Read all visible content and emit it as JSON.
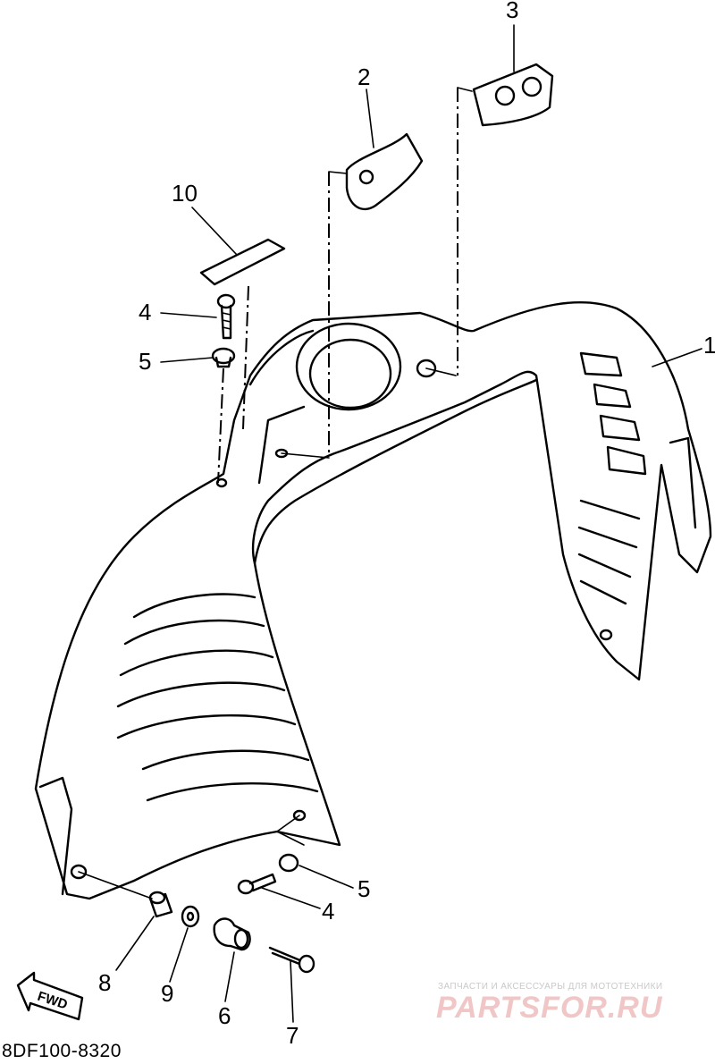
{
  "diagram": {
    "part_number": "8DF100-8320",
    "fwd_label": "FWD",
    "callouts": {
      "c1": "1",
      "c2": "2",
      "c3": "3",
      "c4a": "4",
      "c5a": "5",
      "c4b": "4",
      "c5b": "5",
      "c6": "6",
      "c7": "7",
      "c8": "8",
      "c9": "9",
      "c10": "10"
    }
  },
  "watermark": {
    "tagline": "ЗАПЧАСТИ И АКСЕССУАРЫ ДЛЯ МОТОТЕХНИКИ",
    "logo": "PARTSFOR.RU"
  }
}
